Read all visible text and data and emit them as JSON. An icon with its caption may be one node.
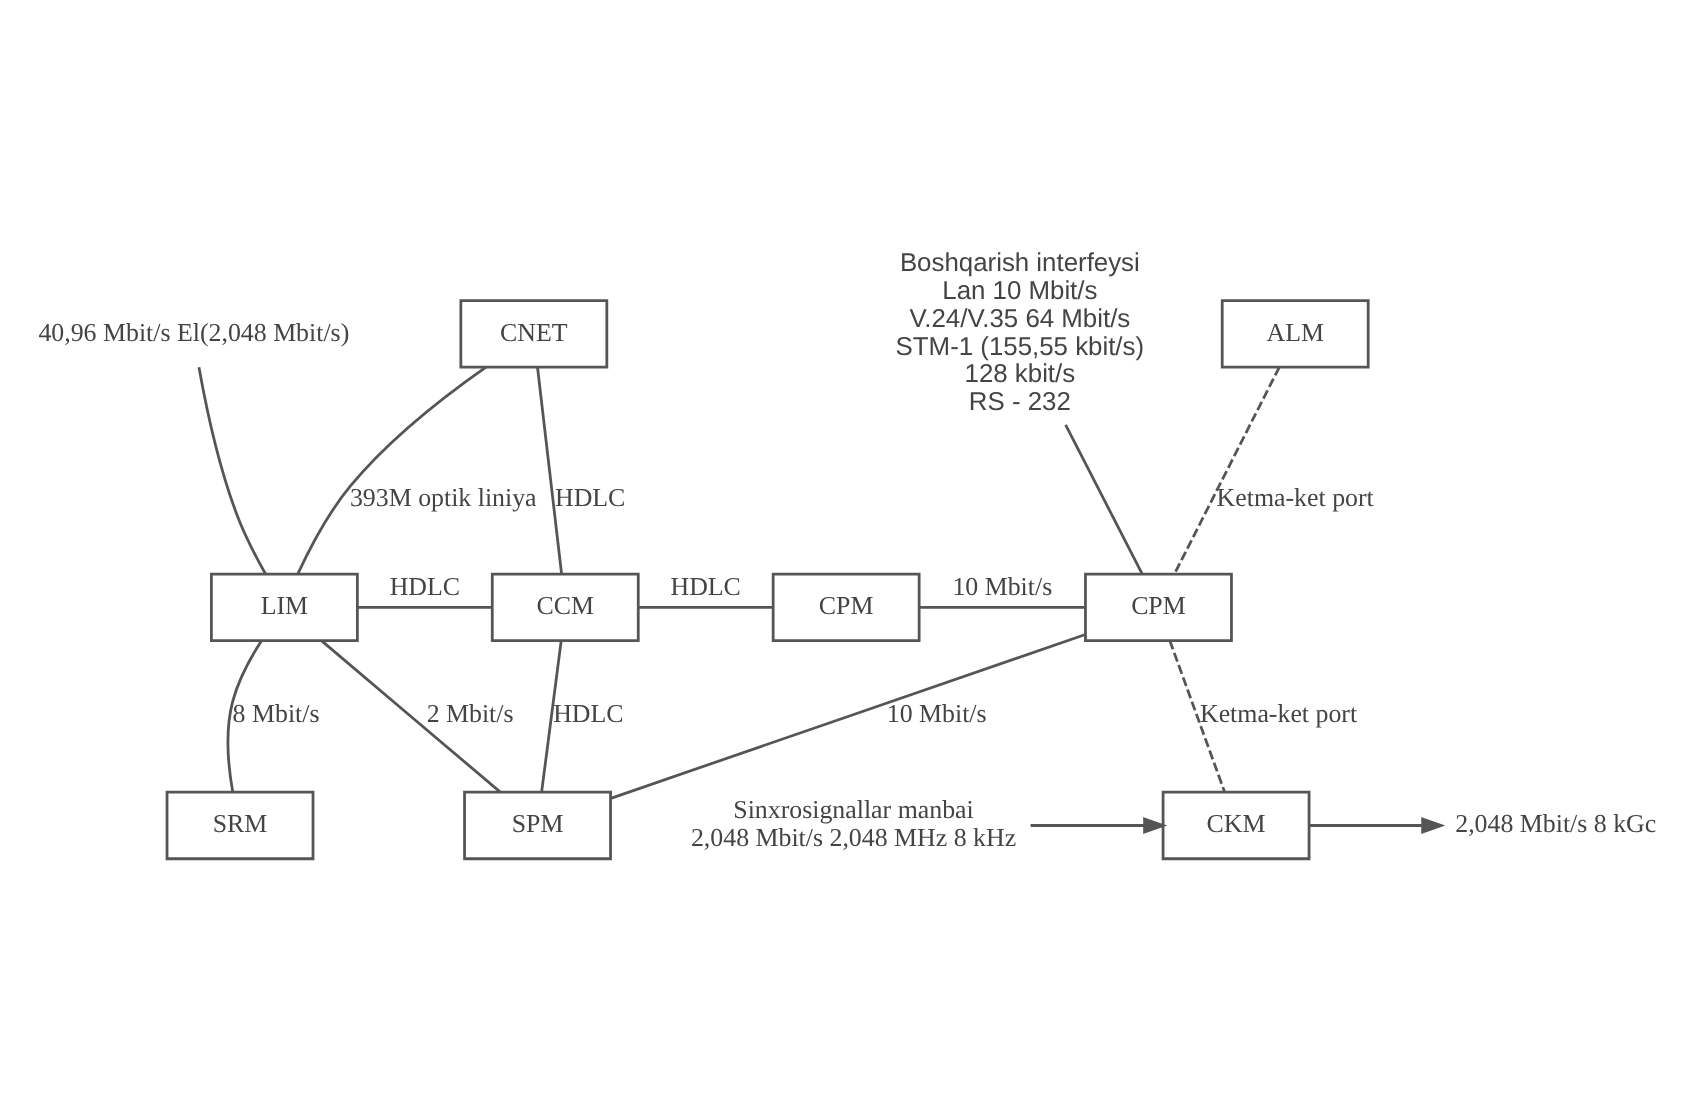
{
  "diagram": {
    "nodes": [
      {
        "text": [
          "CNET"
        ]
      },
      {
        "text": [
          "ALM"
        ]
      },
      {
        "text": [
          "LIM"
        ]
      },
      {
        "text": [
          "CCM"
        ]
      },
      {
        "text": [
          "CPM"
        ]
      },
      {
        "text": [
          "CPM"
        ]
      },
      {
        "text": [
          "SRM"
        ]
      },
      {
        "text": [
          "SPM"
        ]
      },
      {
        "text": [
          "CKM"
        ]
      },
      {
        "text": [
          "40,96 Mbit/s El(2,048 Mbit/s)"
        ]
      },
      {
        "text": [
          "Boshqarish interfeysi Lan 10 Mbit/s V.24/V.35 64 Mbit/s STM-1 (155,55 kbit/s) 128 kbit/s RS - 232"
        ]
      },
      {
        "text": [
          "2,048 Mbit/s 8 kGc"
        ]
      },
      {
        "text": [
          "Sinxrosignallar manbai",
          "2,048 Mbit/s 2,048 MHz 8 kHz"
        ]
      }
    ],
    "edges": [
      {
        "from": 2,
        "to": 0,
        "arrow": "none",
        "label": "393M optik liniya"
      },
      {
        "from": 0,
        "to": 3,
        "arrow": "none",
        "label": "HDLC"
      },
      {
        "from": 2,
        "to": 3,
        "arrow": "none",
        "label": "HDLC"
      },
      {
        "from": 3,
        "to": 4,
        "arrow": "none",
        "label": "HDLC"
      },
      {
        "from": 4,
        "to": 5,
        "arrow": "none",
        "label": "10 Mbit/s"
      },
      {
        "from": 1,
        "to": 5,
        "arrow": "none",
        "label": "Ketma-ket port",
        "style": "dashed"
      },
      {
        "from": 2,
        "to": 6,
        "arrow": "none",
        "label": "8 Mbit/s"
      },
      {
        "from": 2,
        "to": 7,
        "arrow": "none",
        "label": "2 Mbit/s"
      },
      {
        "from": 3,
        "to": 7,
        "arrow": "none",
        "label": "HDLC"
      },
      {
        "from": 7,
        "to": 5,
        "arrow": "none",
        "label": "10 Mbit/s"
      },
      {
        "from": 5,
        "to": 8,
        "arrow": "none",
        "label": "Ketma-ket port",
        "style": "dashed"
      },
      {
        "from": 2,
        "to": 9,
        "arrow": "none"
      },
      {
        "from": 5,
        "to": 10,
        "arrow": "none"
      },
      {
        "from": 8,
        "to": 11,
        "arrow": "to"
      },
      {
        "from": 12,
        "to": 8,
        "arrow": "to"
      }
    ]
  }
}
